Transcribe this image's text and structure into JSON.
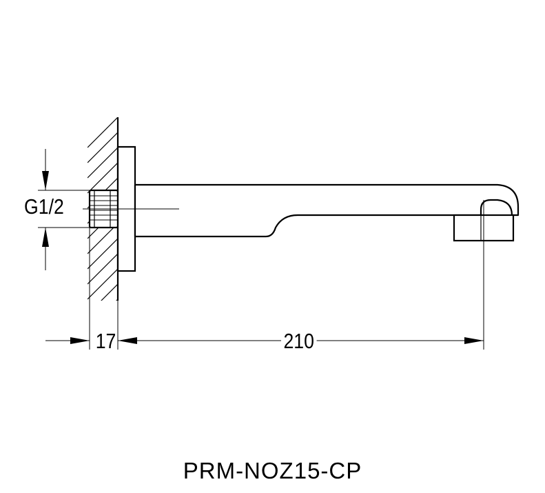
{
  "drawing": {
    "thread_label": "G1/2",
    "dim_wall": "17",
    "dim_length": "210",
    "model_code": "PRM-NOZ15-CP"
  },
  "colors": {
    "line": "#000000",
    "background": "#ffffff"
  }
}
